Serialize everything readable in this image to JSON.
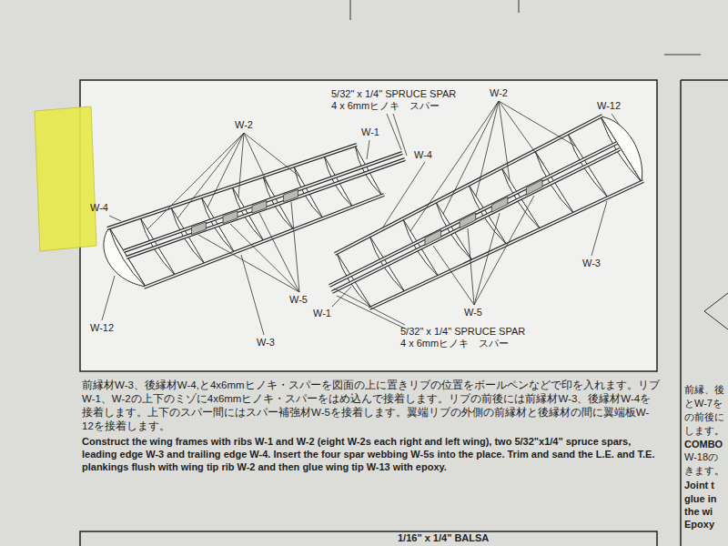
{
  "diagram": {
    "labels": [
      "5/32\" x 1/4\" SPRUCE SPAR",
      "4 x 6mmヒノキ　スパー",
      "W-2",
      "W-1",
      "W-4",
      "W-12",
      "W-5",
      "W-3",
      "W-2",
      "W-12",
      "W-4",
      "W-3",
      "W-1",
      "W-5",
      "5/32\" x 1/4\" SPRUCE SPAR",
      "4 x 6mmヒノキ　スパー",
      "前縁材W-3、後縁材W-4,と4x6mmヒノキ・スパーを図面の上に置きリブの位置をボールペンなどで印を入れます。リブW-1、W-2の上下のミゾに4x6mmヒノキ・スパーをはめ込んで接着します。リブの前後には前縁材W-3、後縁材W-4を接着します。上下のスパー間にはスパー補強材W-5を接着します。翼端リブの外側の前縁材と後縁材の間に翼端板W-12を接着します。",
      "Construct the wing frames with ribs W-1 and W-2 (eight W-2s each right and left wing), two 5/32\"x1/4\" spruce spars, leading edge W-3 and trailing edge W-4. Insert the four spar webbing W-5s into the place. Trim and sand the L.E. and T.E. plankings flush with wing tip rib W-2 and then glue wing tip W-13 with epoxy.",
      "前縁、後",
      "とW-7を",
      "の前後に",
      "します。",
      "COMBO",
      "W-18の",
      "きます。",
      "Joint t",
      "glue in",
      "the wi",
      "Epoxy",
      "1/16\" x 1/4\" BALSA"
    ]
  }
}
